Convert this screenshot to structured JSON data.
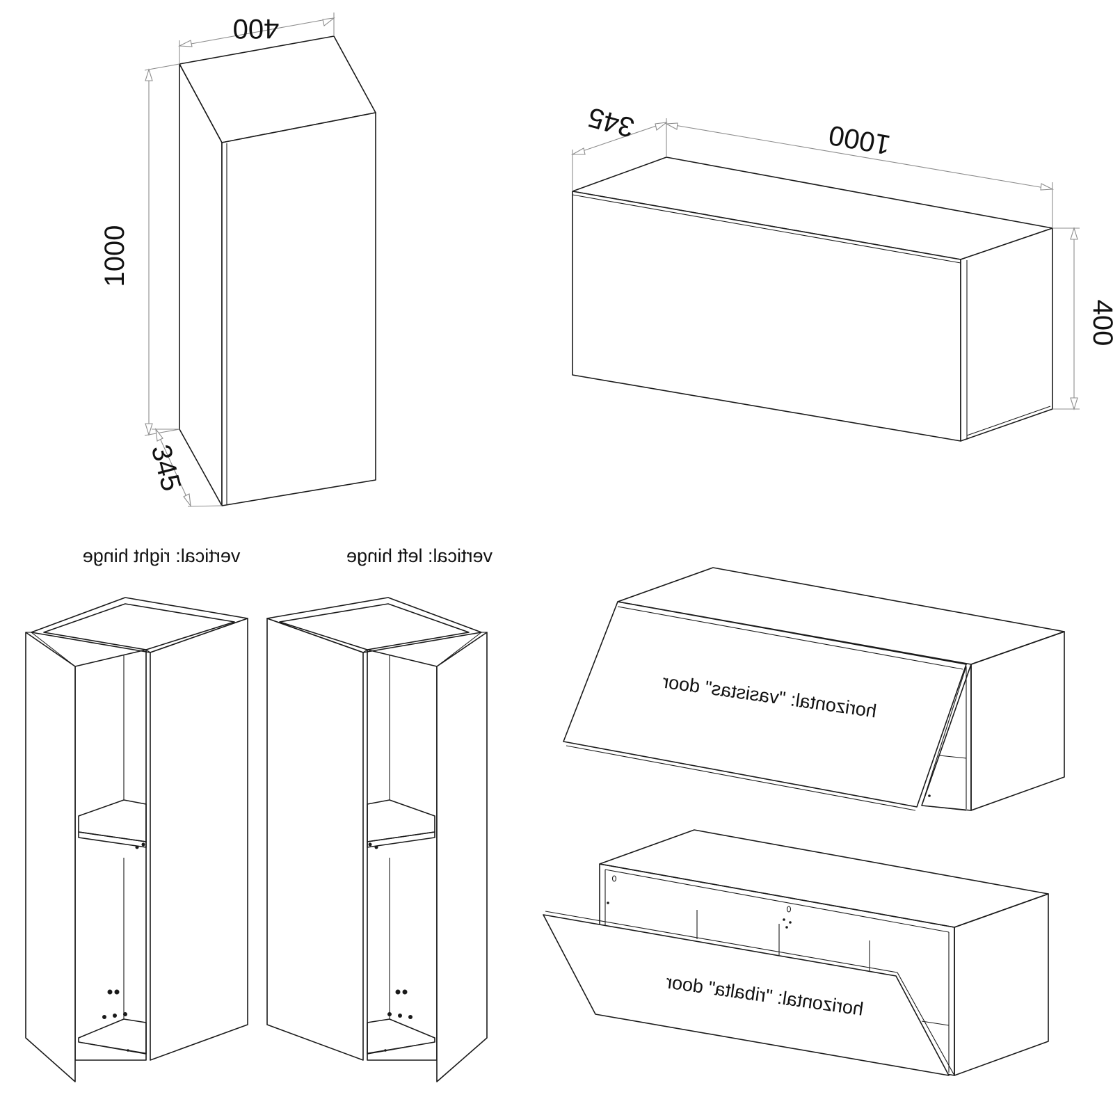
{
  "dimensions": {
    "vertical_cabinet": {
      "width": "400",
      "height": "1000",
      "depth": "345"
    },
    "horizontal_cabinet": {
      "width": "1000",
      "height": "400",
      "depth": "345"
    }
  },
  "captions": {
    "right_hinge": "vertical: right hinge",
    "left_hinge": "vertical: left hinge",
    "vasistas": "horizontal: \"vasistas\" door",
    "ribalta": "horizontal: \"ribalta\" door"
  }
}
